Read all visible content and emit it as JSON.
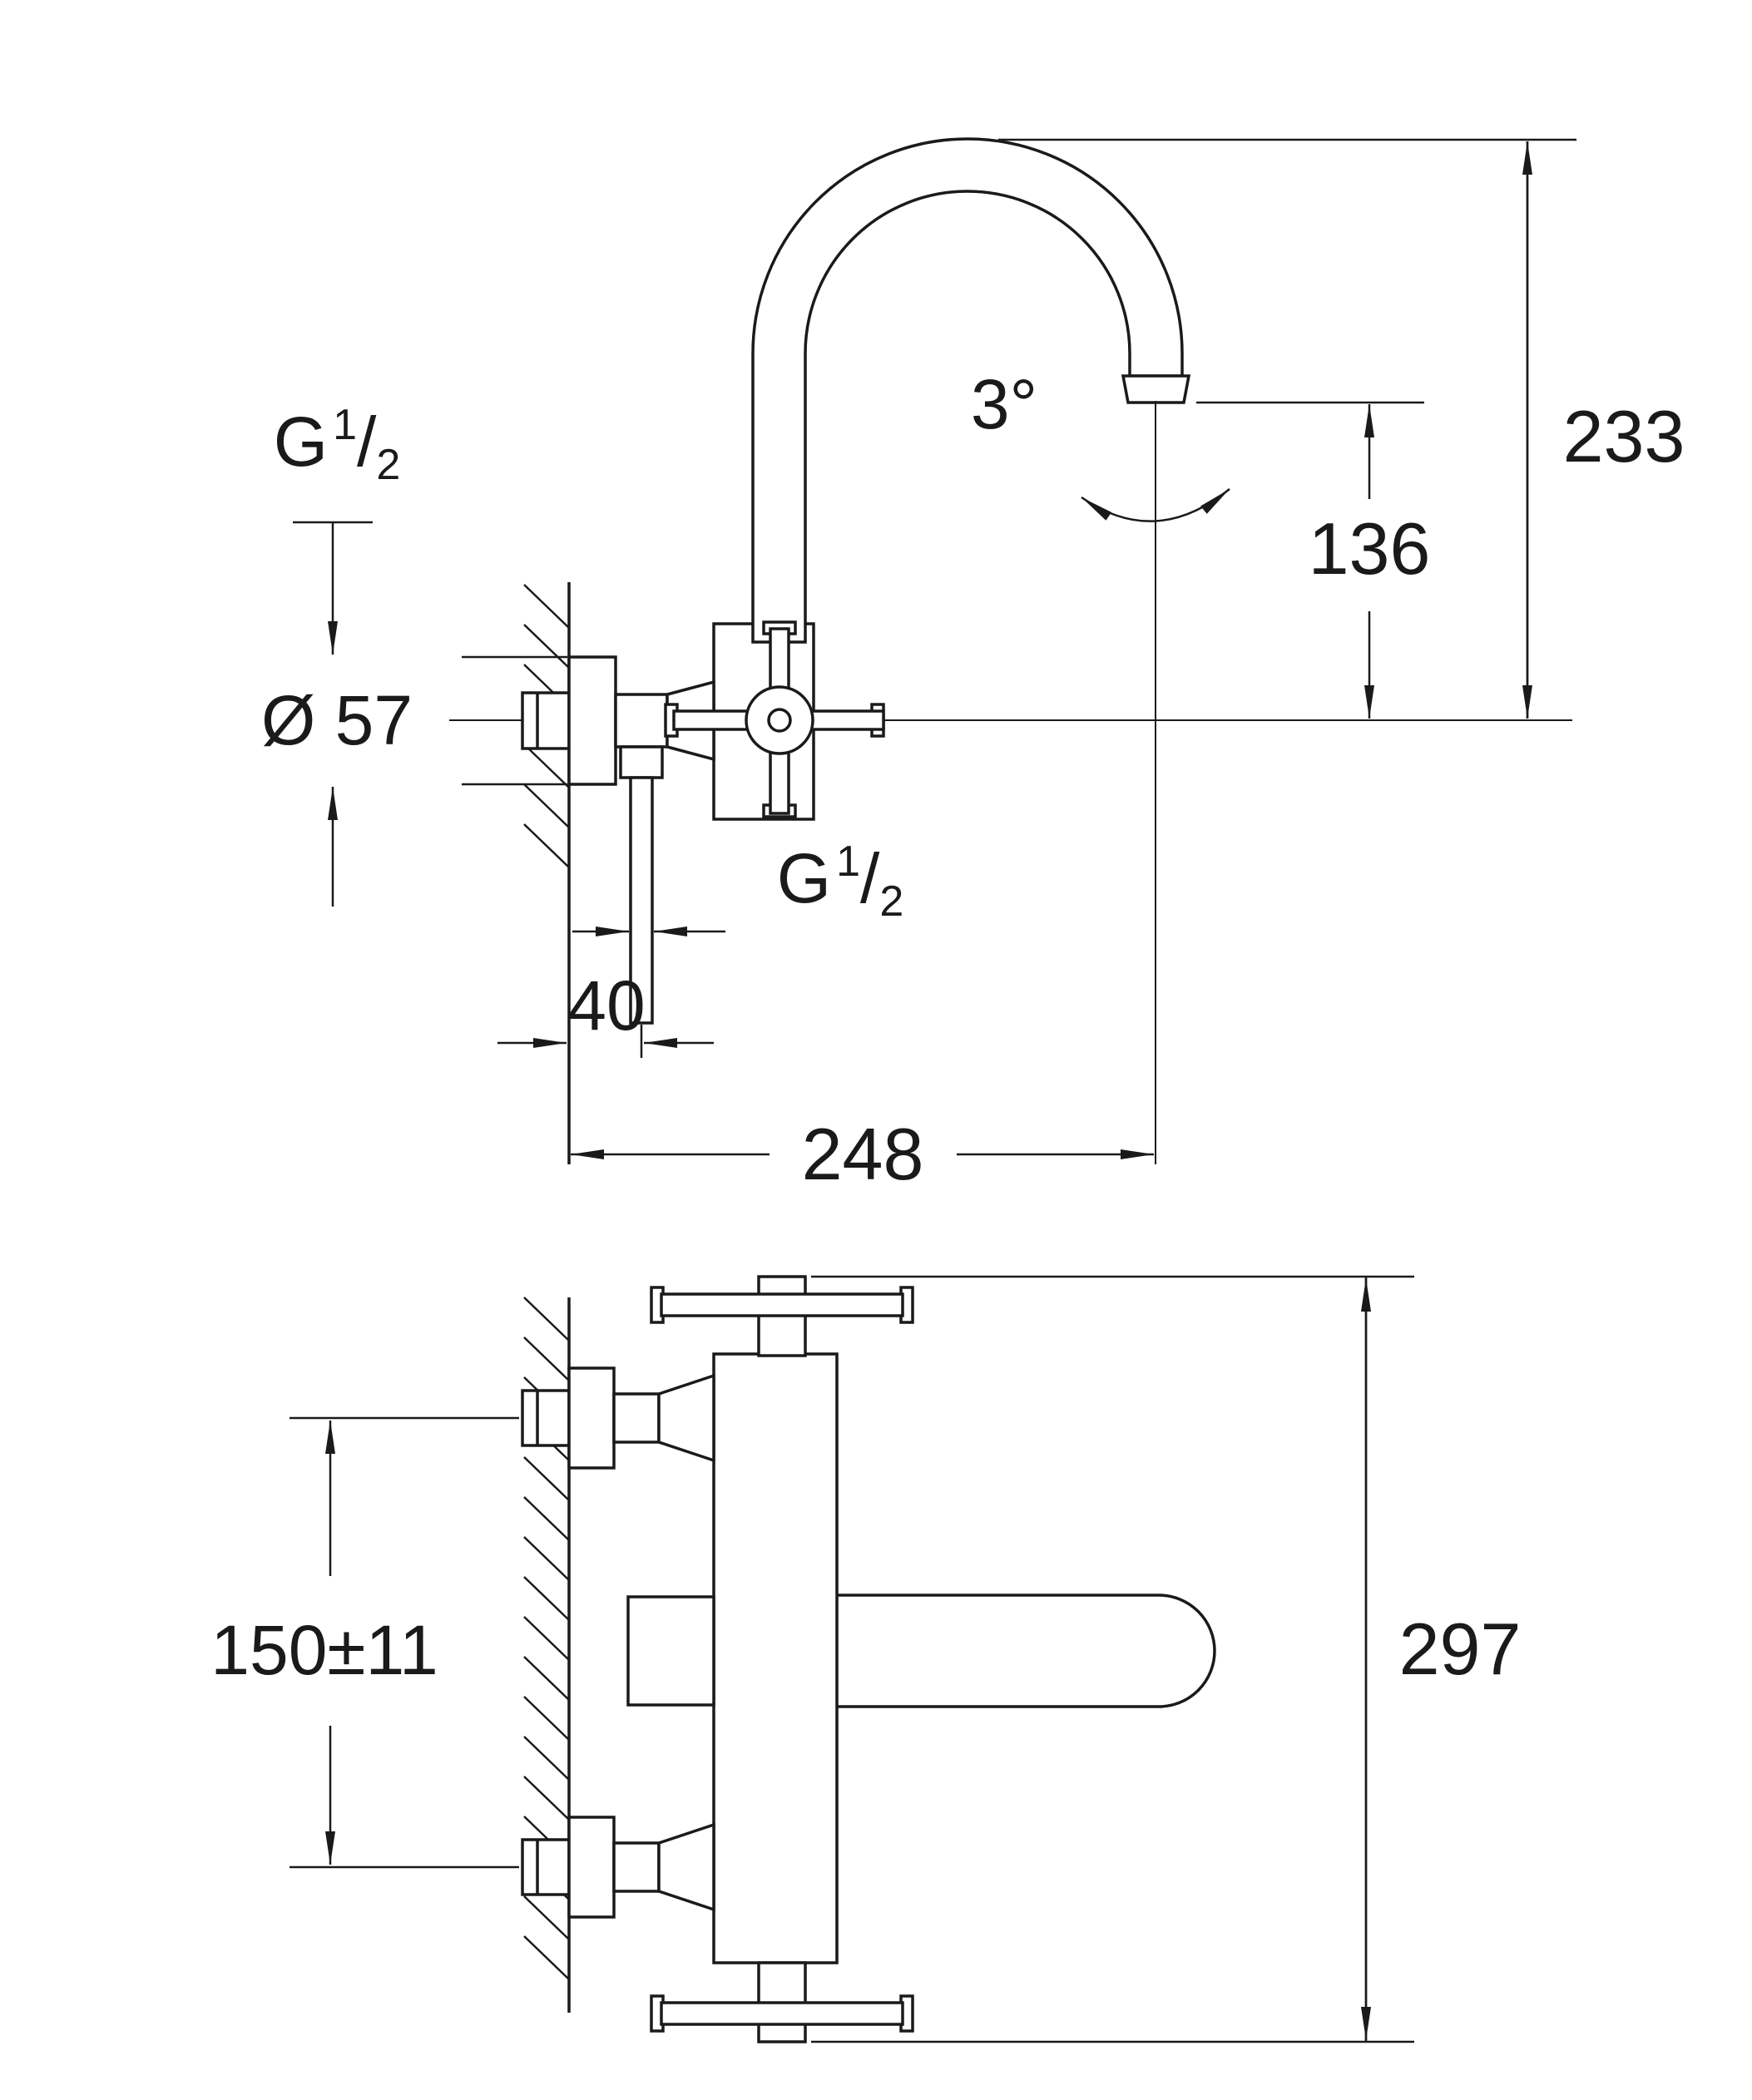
{
  "colors": {
    "line": "#1a1a1a",
    "background": "#ffffff"
  },
  "side_view": {
    "inlet_thread": {
      "base": "G",
      "numerator": "1",
      "fraction_slash": "/",
      "denominator": "2"
    },
    "flange_diameter_label": "Ø 57",
    "swivel_angle_label": "3°",
    "overall_height_label": "233",
    "spout_outlet_height_label": "136",
    "outlet_wall_offset_label": "40",
    "outlet_thread": {
      "base": "G",
      "numerator": "1",
      "fraction_slash": "/",
      "denominator": "2"
    },
    "spout_projection_label": "248"
  },
  "plan_view": {
    "inlet_center_distance_label": "150±11",
    "overall_width_label": "297"
  }
}
